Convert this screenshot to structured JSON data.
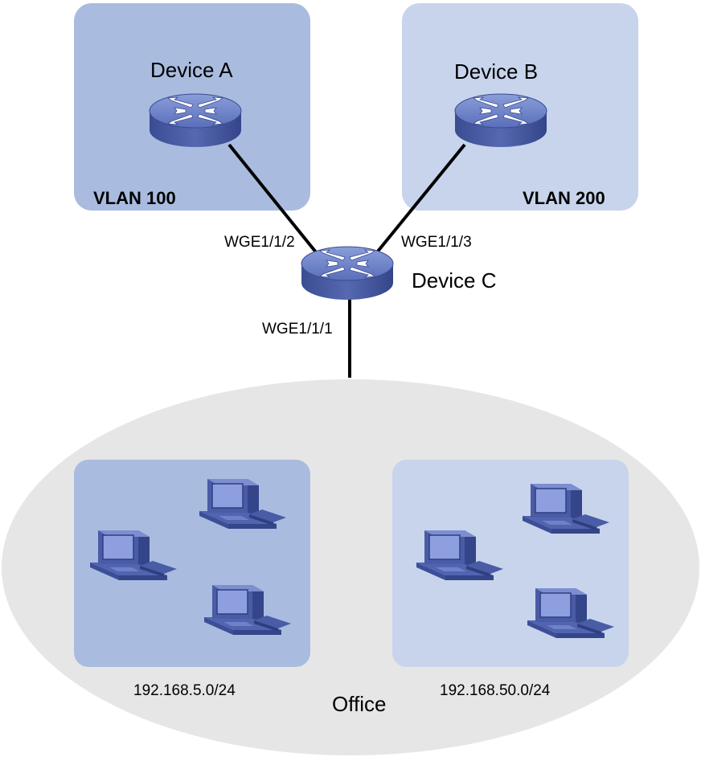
{
  "devices": {
    "a": {
      "name": "Device A",
      "icon": "switch-icon"
    },
    "b": {
      "name": "Device B",
      "icon": "switch-icon"
    },
    "c": {
      "name": "Device C",
      "icon": "switch-icon"
    }
  },
  "vlans": {
    "left": "VLAN 100",
    "right": "VLAN 200"
  },
  "ports": {
    "to_a": "WGE1/1/2",
    "to_b": "WGE1/1/3",
    "to_office": "WGE1/1/1"
  },
  "office": {
    "label": "Office",
    "subnets": [
      "192.168.5.0/24",
      "192.168.50.0/24"
    ],
    "host_icon": "computer-icon"
  },
  "colors": {
    "vlan100_bg": "#A9BCDF",
    "vlan200_bg": "#C7D4EC",
    "office_bg": "#E6E6E6",
    "subnet_left_bg": "#A9BCDF",
    "subnet_right_bg": "#C7D4EC",
    "switch_blue": "#4A5EA8",
    "link": "#000000"
  }
}
